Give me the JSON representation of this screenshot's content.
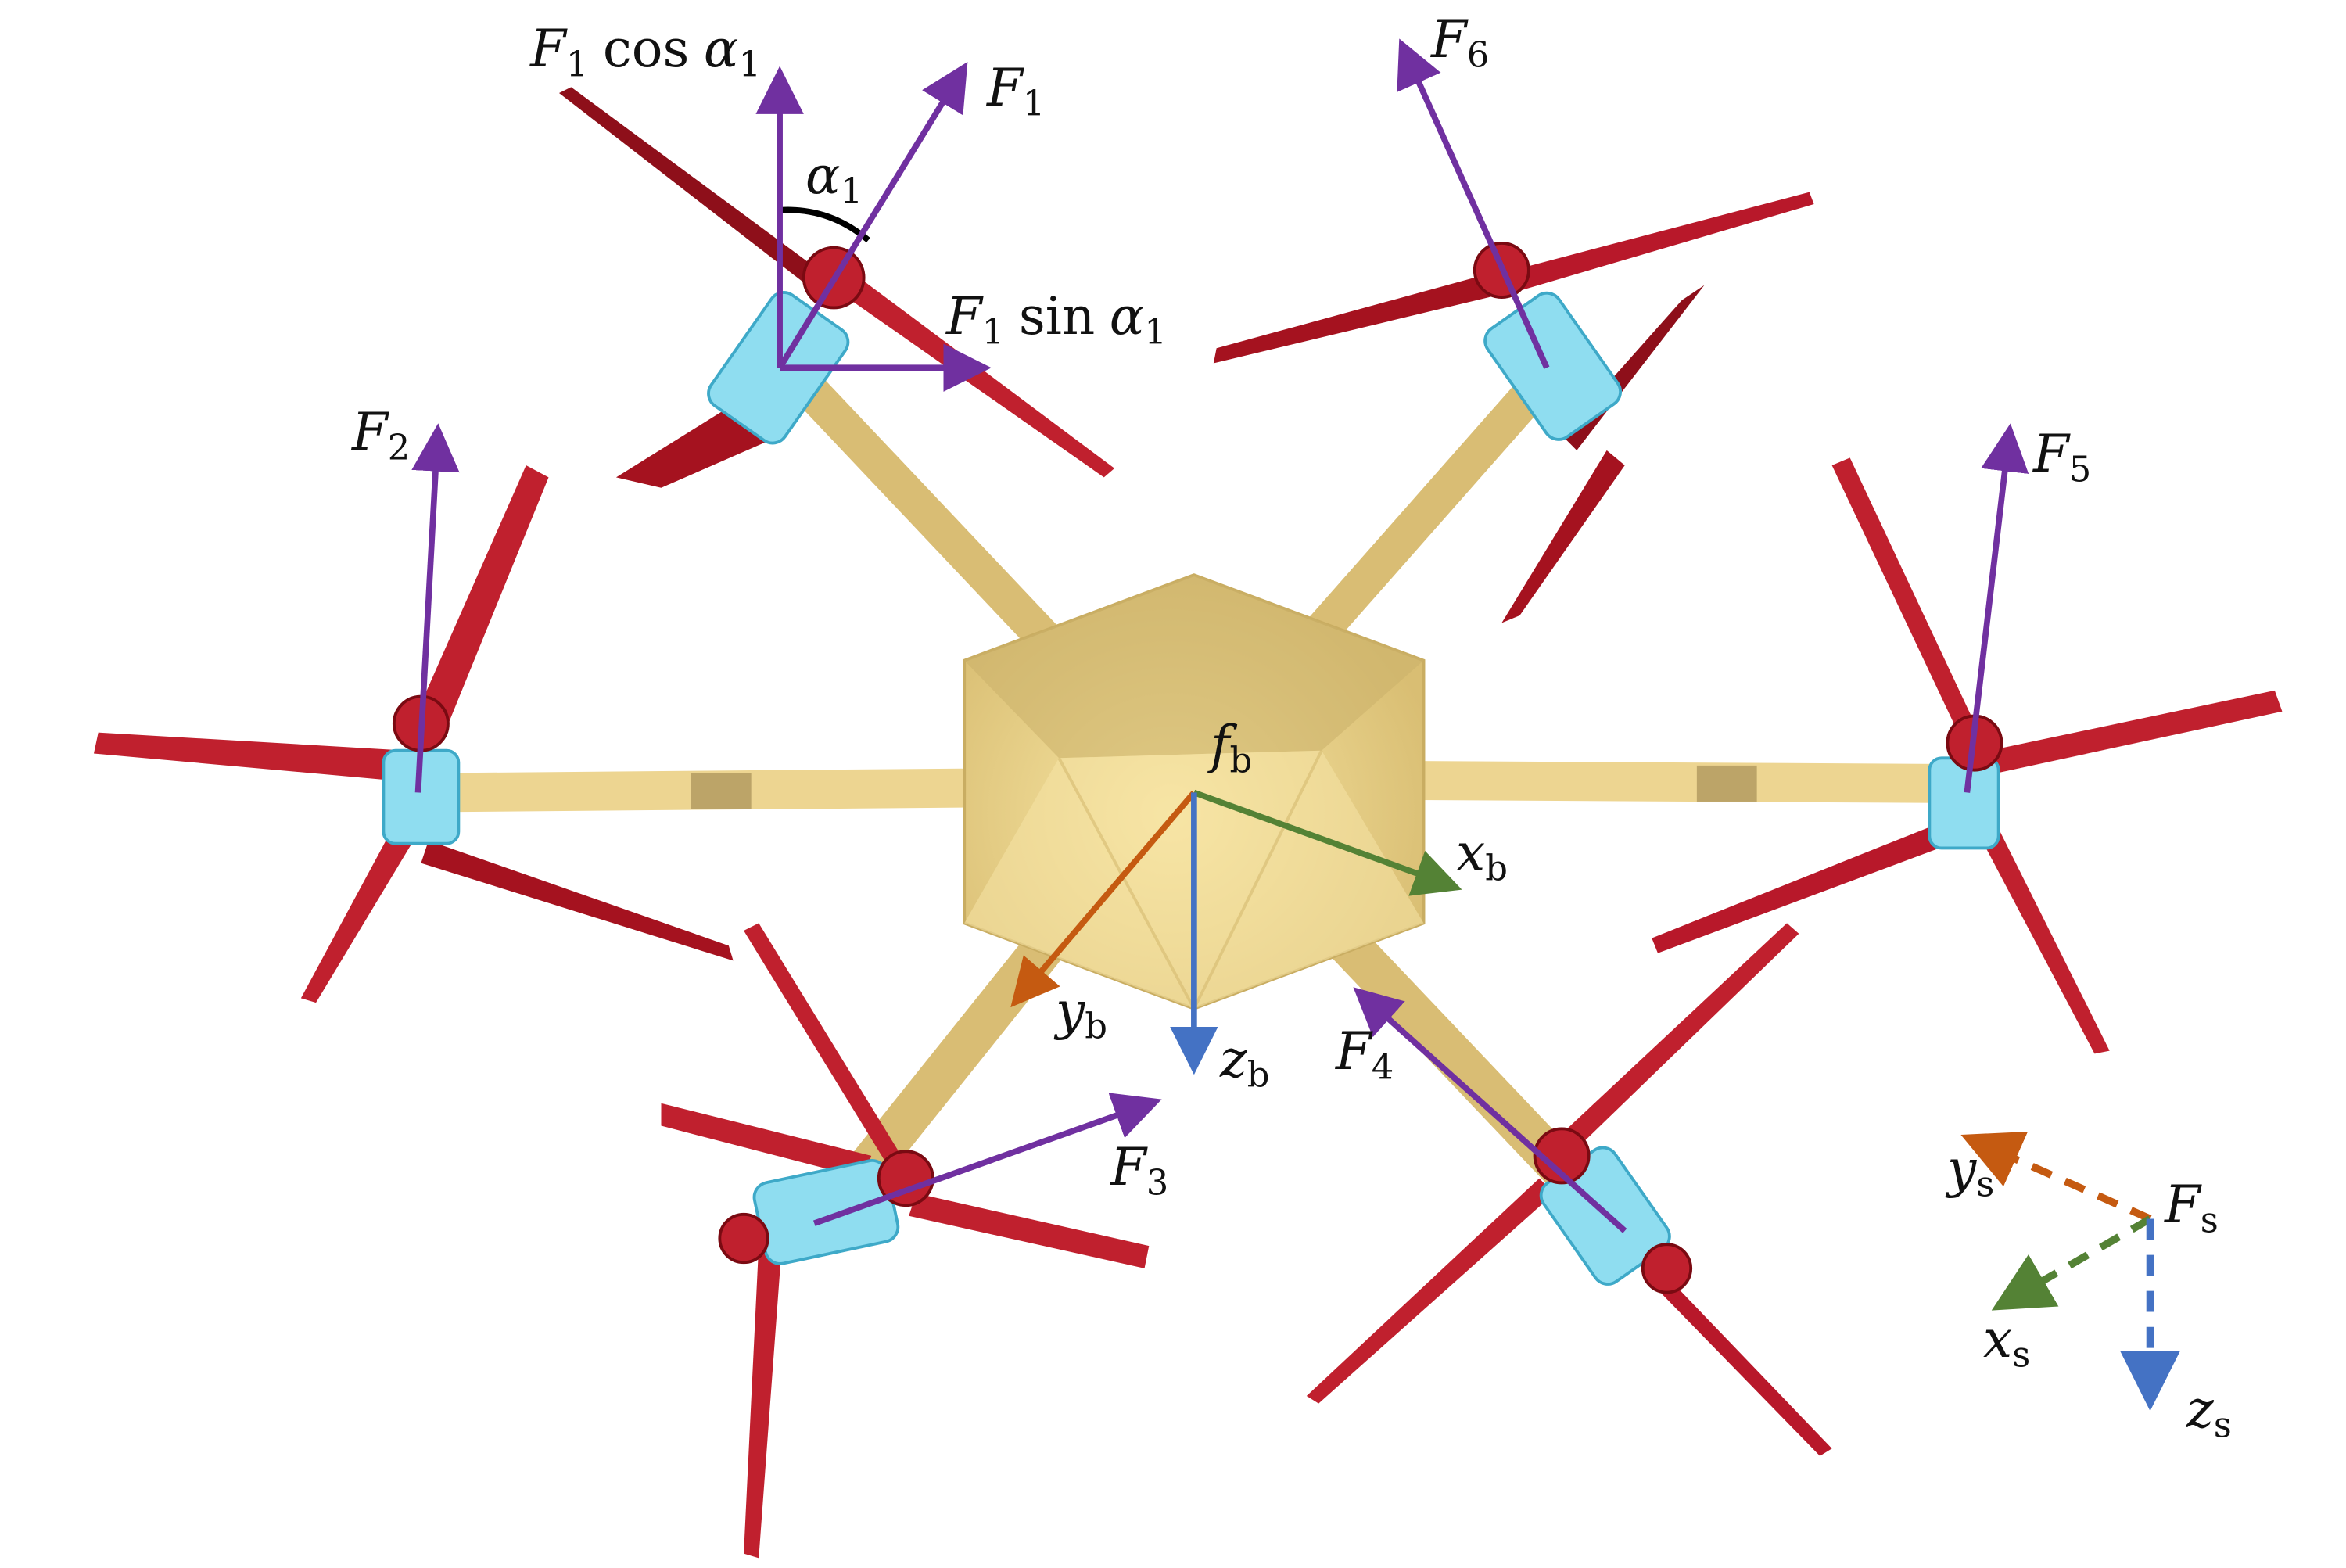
{
  "colors": {
    "force": "#7030A0",
    "x_axis": "#548235",
    "y_axis": "#C55A11",
    "z_axis": "#4472C4",
    "propeller": "#C0202E",
    "propeller_dark": "#8E0F1A",
    "motor_mount": "#8FDDF0",
    "frame_arm": "#EACF86",
    "frame_hub": "#D8BE78",
    "angle_arc": "#000000"
  },
  "labels": {
    "F1cos": {
      "sym": "F",
      "sub": "1",
      "func": "cos",
      "ang": "α",
      "angsub": "1"
    },
    "F1": {
      "sym": "F",
      "sub": "1"
    },
    "alpha1": {
      "sym": "α",
      "sub": "1"
    },
    "F1sin": {
      "sym": "F",
      "sub": "1",
      "func": "sin",
      "ang": "α",
      "angsub": "1"
    },
    "F2": {
      "sym": "F",
      "sub": "2"
    },
    "F3": {
      "sym": "F",
      "sub": "3"
    },
    "F4": {
      "sym": "F",
      "sub": "4"
    },
    "F5": {
      "sym": "F",
      "sub": "5"
    },
    "F6": {
      "sym": "F",
      "sub": "6"
    },
    "fb": {
      "sym": "f",
      "sub": "b"
    },
    "xb": {
      "sym": "x",
      "sub": "b"
    },
    "yb": {
      "sym": "y",
      "sub": "b"
    },
    "zb": {
      "sym": "z",
      "sub": "b"
    },
    "Fs": {
      "sym": "F",
      "sub": "s"
    },
    "xs": {
      "sym": "x",
      "sub": "s"
    },
    "ys": {
      "sym": "y",
      "sub": "s"
    },
    "zs": {
      "sym": "z",
      "sub": "s"
    }
  },
  "icons": {
    "propeller": "propeller-icon",
    "motor": "motor-icon",
    "hub": "hexagonal-hub-icon"
  }
}
